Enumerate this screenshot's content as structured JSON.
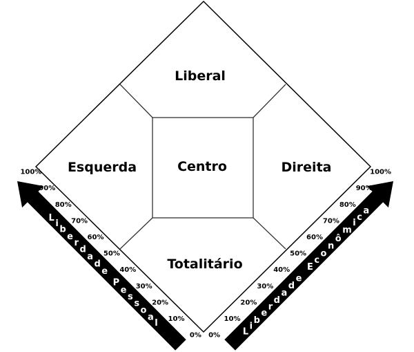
{
  "regions": {
    "top": "Liberal",
    "left": "Esquerda",
    "center": "Centro",
    "right": "Direita",
    "bottom": "Totalitário"
  },
  "left_axis": {
    "label": "Liberdade Pessoal",
    "ticks": [
      "0%",
      "10%",
      "20%",
      "30%",
      "40%",
      "50%",
      "60%",
      "70%",
      "80%",
      "90%",
      "100%"
    ]
  },
  "right_axis": {
    "label": "Liberdade Econômica",
    "ticks": [
      "0%",
      "10%",
      "20%",
      "30%",
      "40%",
      "50%",
      "60%",
      "70%",
      "80%",
      "90%",
      "100%"
    ]
  },
  "colors": {
    "line": "#000000",
    "arrow": "#000000",
    "axis_text": "#ffffff"
  }
}
